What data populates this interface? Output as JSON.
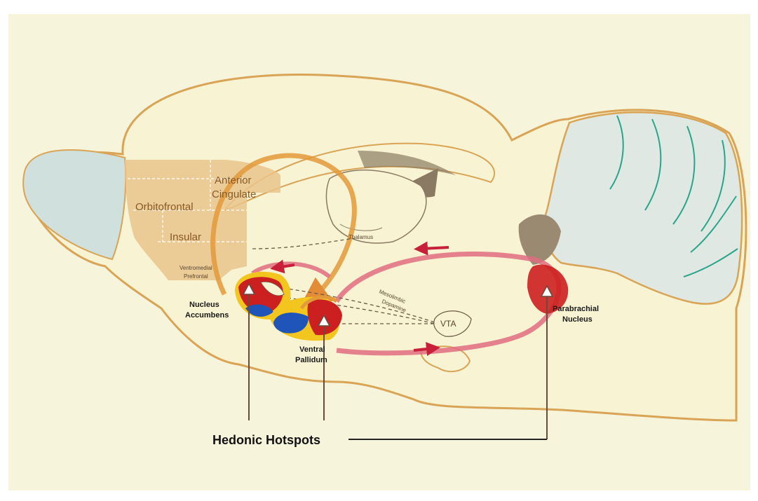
{
  "colors": {
    "background": "#ffffff",
    "panel": "#f7f4dc",
    "brain_fill": "#f8f3d3",
    "outline": "#d9a455",
    "cortex_region": "#e9c48c",
    "olfactory_bulb": "#cfe0dd",
    "cerebellum": "#dfe8e2",
    "pink_circuit": "#e06c80",
    "orange_circuit": "#e39a3a",
    "hotspot_red": "#cc1f1f",
    "hotspot_blue": "#1f55b8",
    "hotspot_yellow": "#f2c61f",
    "ventricle": "#8a7a63"
  },
  "labels": {
    "anterior_cingulate_1": "Anterior",
    "anterior_cingulate_2": "Cingulate",
    "orbitofrontal": "Orbitofrontal",
    "insular": "Insular",
    "ventromedial_1": "Ventromedial",
    "ventromedial_2": "Prefrontal",
    "thalamus": "Thalamus",
    "mesolimbic_1": "Mesolimbic",
    "mesolimbic_2": "Dopamine",
    "vta": "VTA",
    "nucleus_accumbens_1": "Nucleus",
    "nucleus_accumbens_2": "Accumbens",
    "ventral_pallidum_1": "Ventral",
    "ventral_pallidum_2": "Pallidum",
    "parabrachial_1": "Parabrachial",
    "parabrachial_2": "Nucleus",
    "hedonic_hotspots": "Hedonic Hotspots"
  }
}
